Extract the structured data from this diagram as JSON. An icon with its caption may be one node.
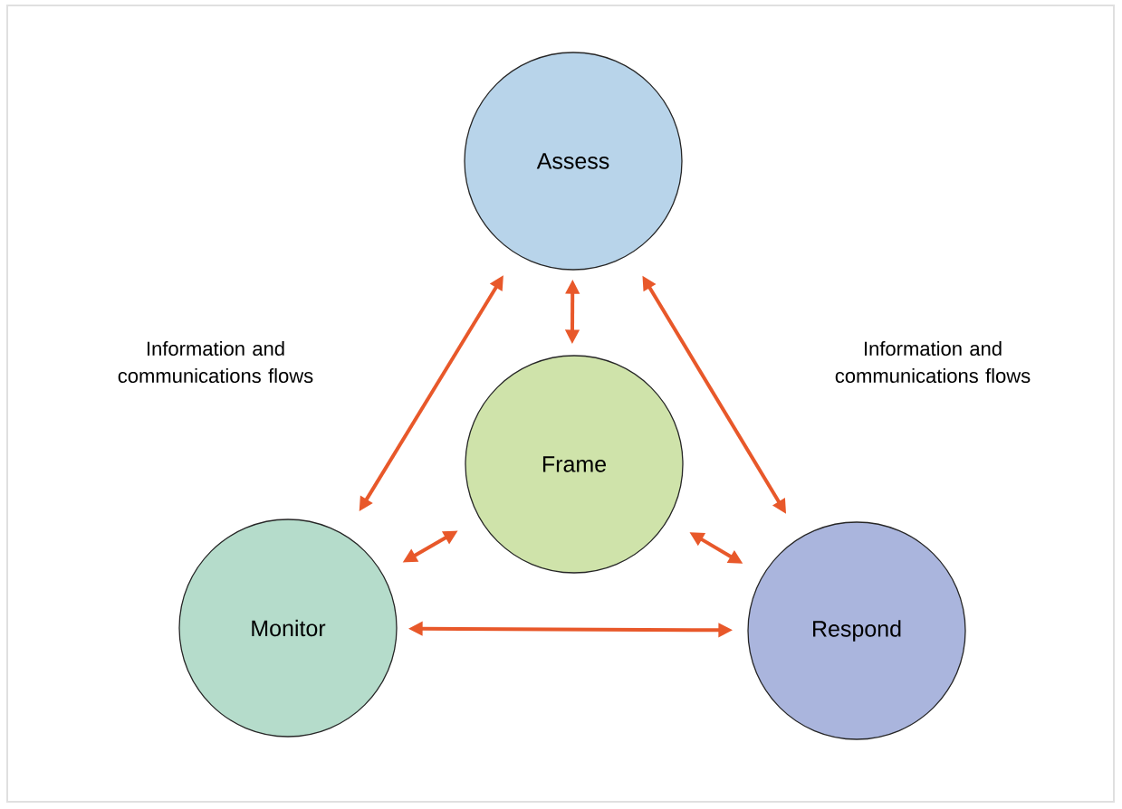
{
  "diagram": {
    "nodes": [
      {
        "text": [
          "Assess"
        ]
      },
      {
        "text": [
          "Frame"
        ]
      },
      {
        "text": [
          "Monitor"
        ]
      },
      {
        "text": [
          "Respond"
        ]
      }
    ],
    "edges": [
      {
        "from": 0,
        "to": 2,
        "arrow": "both"
      },
      {
        "from": 0,
        "to": 1,
        "arrow": "both"
      },
      {
        "from": 0,
        "to": 3,
        "arrow": "both"
      },
      {
        "from": 1,
        "to": 2,
        "arrow": "both"
      },
      {
        "from": 1,
        "to": 3,
        "arrow": "both"
      },
      {
        "from": 2,
        "to": 3,
        "arrow": "both"
      }
    ],
    "labels": [
      "Information and communications flows",
      "Information and communications flows"
    ]
  }
}
